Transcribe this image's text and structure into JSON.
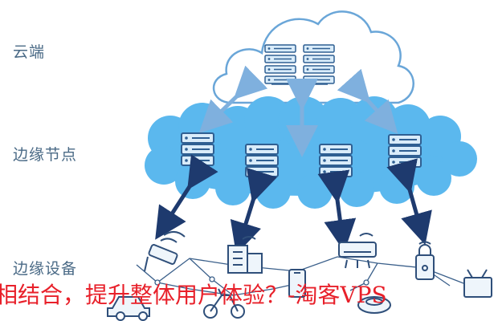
{
  "tiers": {
    "cloud": "云端",
    "edge_nodes": "边缘节点",
    "edge_devices": "边缘设备"
  },
  "watermark": "相结合，提升整体用户体验？-淘客VPS",
  "colors": {
    "cloud_outline": "#6aa6d8",
    "edge_cloud_fill": "#5bb8ee",
    "server_fill": "#d9ecfa",
    "server_stroke": "#2f5f92",
    "arrow_dark": "#1e3a6e",
    "arrow_light": "#7fb0de",
    "device_stroke": "#2f4f7a",
    "watermark": "#e8202a",
    "label": "#4a6a86"
  },
  "icons": {
    "cloud_server": "server-rack-icon",
    "edge_server": "server-icon",
    "devices": [
      "security-camera-icon",
      "building-icon",
      "smartphone-icon",
      "air-conditioner-icon",
      "smart-lock-icon",
      "television-icon",
      "car-icon",
      "scooter-icon",
      "robot-vacuum-icon"
    ]
  }
}
